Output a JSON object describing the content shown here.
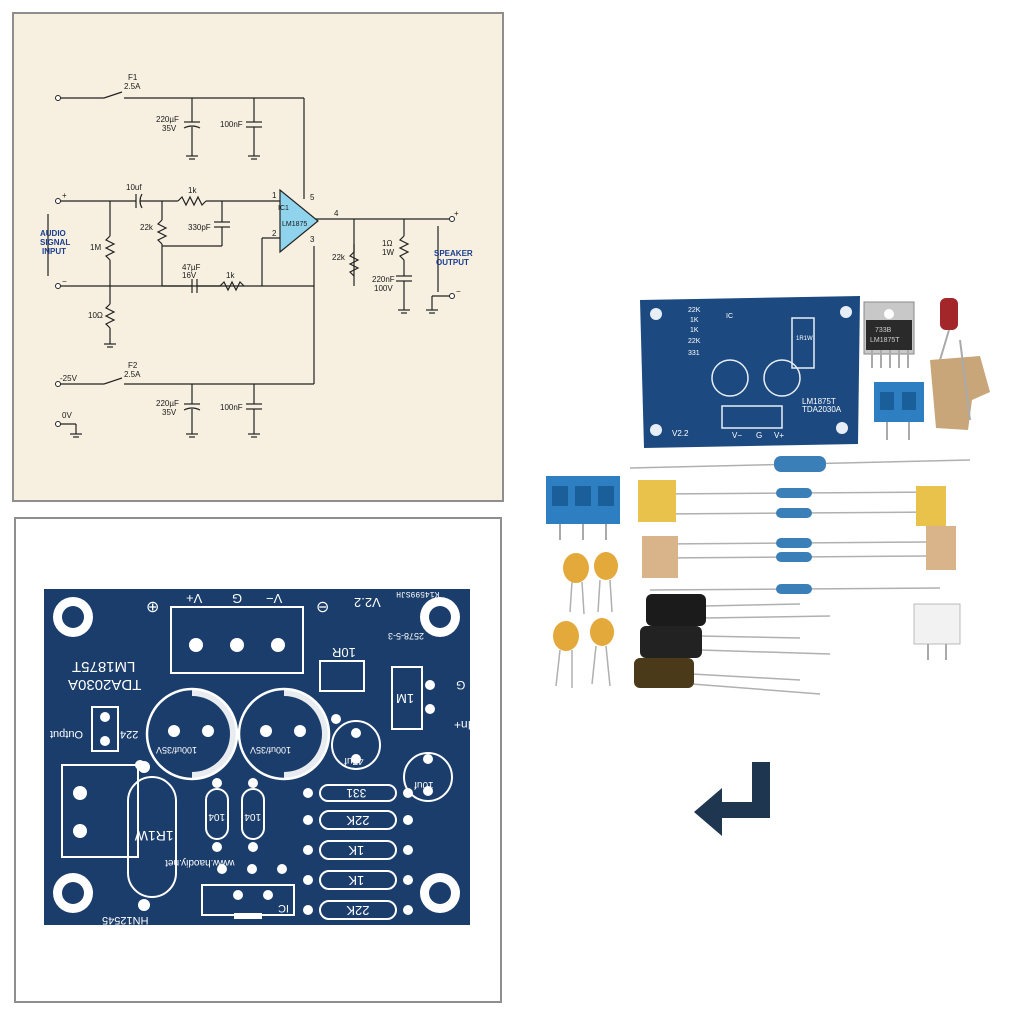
{
  "schematic": {
    "fuse1": {
      "ref": "F1",
      "rating": "2.5A"
    },
    "fuse2": {
      "ref": "F2",
      "rating": "2.5A"
    },
    "cap_220u_top": {
      "value": "220µF",
      "voltage": "35V"
    },
    "cap_100n_top": "100nF",
    "cap_220u_bottom": {
      "value": "220µF",
      "voltage": "35V"
    },
    "cap_100n_bottom": "100nF",
    "cap_10uf": "10uf",
    "res_1k_top": "1k",
    "res_22k_in": "22k",
    "cap_330p": "330pF",
    "res_1M": "1M",
    "res_10ohm": "10Ω",
    "cap_47u": {
      "value": "47µF",
      "voltage": "16V"
    },
    "res_1k_fb": "1k",
    "ic": {
      "ref": "IC1",
      "part": "LM1875",
      "pin1": "1",
      "pin2": "2",
      "pin3": "3",
      "pin4": "4",
      "pin5": "5"
    },
    "res_22k_out": "22k",
    "res_1ohm": {
      "value": "1Ω",
      "power": "1W"
    },
    "cap_220n": {
      "value": "220nF",
      "voltage": "100V"
    },
    "audio_input": [
      "AUDIO",
      "SIGNAL",
      "INPUT"
    ],
    "speaker_output": [
      "SPEAKER",
      "OUTPUT"
    ],
    "neg_supply": "-25V",
    "ground": "0V",
    "plus": "+",
    "minus": "−"
  },
  "pcb": {
    "labels": {
      "plus": "⊕",
      "minus": "⊖",
      "vplus": "V+",
      "g": "G",
      "vminus": "V−",
      "version": "V2.2",
      "code": "K14599SJH",
      "ic_name1": "LM1875T",
      "ic_name2": "TDA2030A",
      "date": "2578-5-3",
      "output": "Output",
      "r224": "224",
      "cap1": "100uf/35V",
      "cap2": "100uf/35V",
      "r10r": "10R",
      "r1m": "1M",
      "in_plus": "In+",
      "in_g": "G",
      "c47": "47uf",
      "c10": "10uf",
      "c104a": "104",
      "c104b": "104",
      "r331": "331",
      "r22k_a": "22K",
      "r1k_a": "1K",
      "r1k_b": "1K",
      "r22k_b": "22K",
      "r1r1w": "1R1W",
      "website": "www.haodiy.net",
      "ic_label": "IC",
      "board_id": "HN12545"
    }
  },
  "kit": {
    "board_labels": [
      "22K",
      "1K",
      "1K",
      "22K",
      "331",
      "1R1W",
      "LM1875T",
      "TDA2030A",
      "V2.2",
      "V−",
      "G",
      "V+",
      "IC"
    ],
    "ic_marking": "LM1875T",
    "ic_code": "733B"
  },
  "colors": {
    "paper": "#f7f0e0",
    "wire": "#222222",
    "ic_fill": "#8fd3ec",
    "pcb_blue": "#1a3d6b",
    "silk": "#ffffff",
    "terminal_blue": "#2e7fc2",
    "arrow": "#1e3650"
  }
}
